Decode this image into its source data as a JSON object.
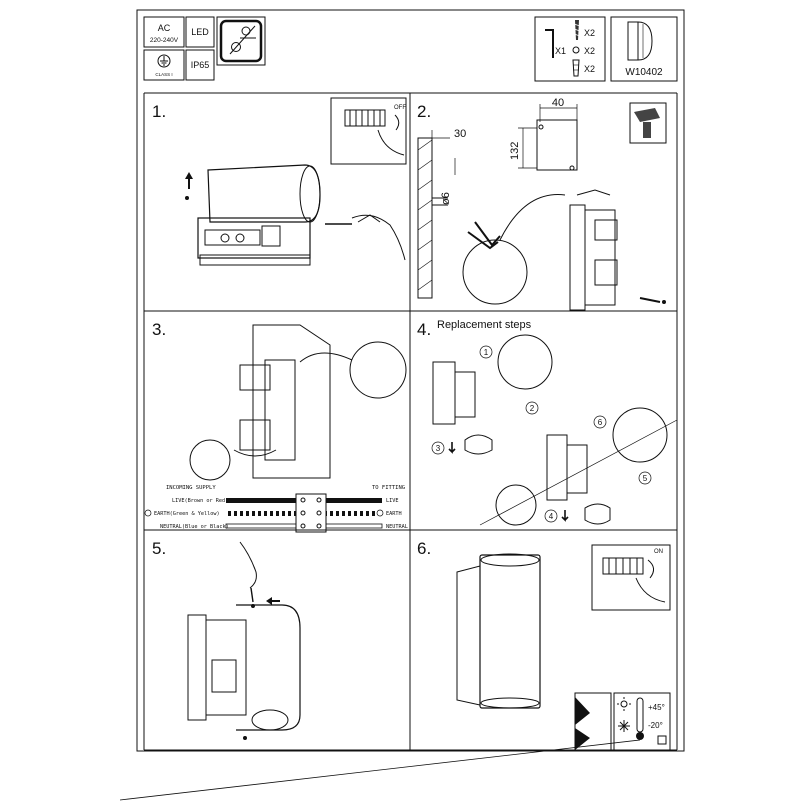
{
  "header": {
    "ac_label": "AC",
    "voltage": "220-240V",
    "led_label": "LED",
    "ip_rating": "IP65",
    "class_label": "CLASS I",
    "qty_screw": "X2",
    "qty_key": "X1",
    "qty_washer": "X2",
    "qty_anchor": "X2",
    "model": "W10402"
  },
  "steps": {
    "s1": {
      "number": "1.",
      "switch_state": "OFF"
    },
    "s2": {
      "number": "2.",
      "dim_width": "40",
      "dim_height": "132",
      "dim_offset": "30",
      "dim_drill": "ø6"
    },
    "s3": {
      "number": "3.",
      "incoming": "INCOMING SUPPLY",
      "to_fitting": "TO FITTING",
      "live_left": "LIVE(Brown or Red)",
      "earth_left": "EARTH(Green & Yellow)",
      "neutral_left": "NEUTRAL(Blue or Black)",
      "live_right": "LIVE",
      "earth_right": "EARTH",
      "neutral_right": "NEUTRAL"
    },
    "s4": {
      "number": "4.",
      "title": "Replacement steps",
      "c1": "1",
      "c2": "2",
      "c3": "3",
      "c4": "4",
      "c5": "5",
      "c6": "6"
    },
    "s5": {
      "number": "5."
    },
    "s6": {
      "number": "6.",
      "switch_state": "ON",
      "temp_max": "+45°",
      "temp_min": "-20°"
    }
  }
}
